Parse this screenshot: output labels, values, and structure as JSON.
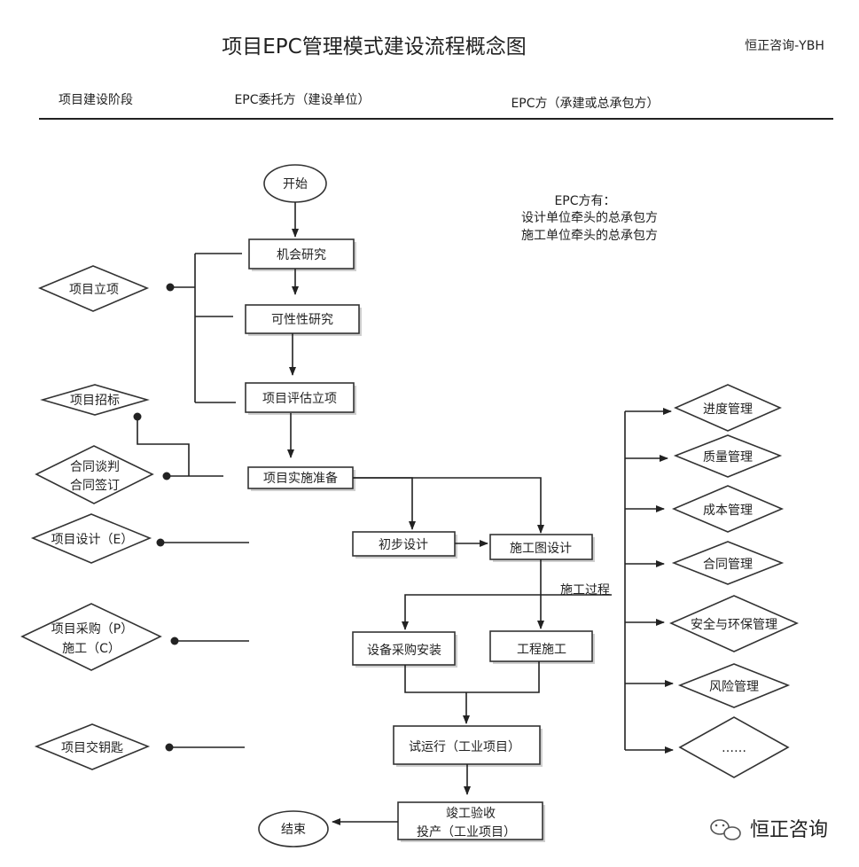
{
  "header": {
    "title": "项目EPC管理模式建设流程概念图",
    "author": "恒正咨询-YBH",
    "col_stage": "项目建设阶段",
    "col_client": "EPC委托方（建设单位）",
    "col_epc": "EPC方（承建或总承包方）"
  },
  "note": {
    "line1": "EPC方有：",
    "line2": "设计单位牵头的总承包方",
    "line3": "施工单位牵头的总承包方"
  },
  "stages": {
    "lixiang": "项目立项",
    "zhaobiao": "项目招标",
    "hetong_1": "合同谈判",
    "hetong_2": "合同签订",
    "sheji": "项目设计（E）",
    "caigou_1": "项目采购（P）",
    "caigou_2": "施工（C）",
    "jiaoyaoshi": "项目交钥匙"
  },
  "flow": {
    "start": "开始",
    "jihui": "机会研究",
    "kexing": "可性性研究",
    "pinggu": "项目评估立项",
    "zhunbei": "项目实施准备",
    "chubu": "初步设计",
    "shigongtu": "施工图设计",
    "process_label": "施工过程",
    "shebei": "设备采购安装",
    "gongcheng": "工程施工",
    "shiyunxing": "试运行（工业项目）",
    "jungong_1": "竣工验收",
    "jungong_2": "投产（工业项目）",
    "end": "结束"
  },
  "management": {
    "jindu": "进度管理",
    "zhiliang": "质量管理",
    "chengben": "成本管理",
    "hetong": "合同管理",
    "anquan": "安全与环保管理",
    "fengxian": "风险管理",
    "more": "……"
  },
  "watermark": {
    "text": "恒正咨询"
  }
}
